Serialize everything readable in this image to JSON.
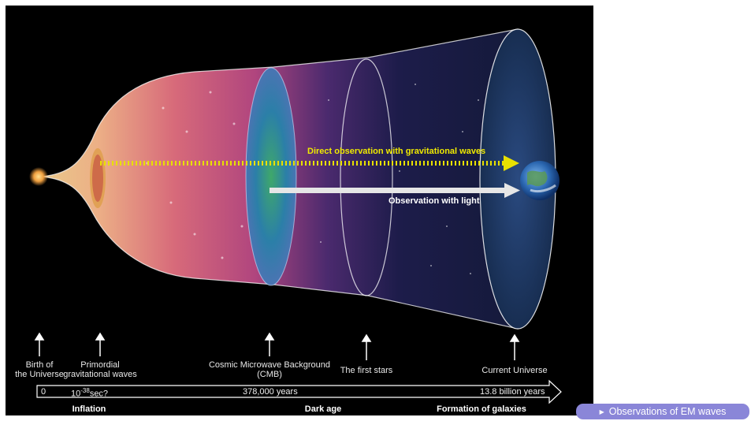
{
  "diagram": {
    "observations": {
      "gravitational": "Direct observation with gravitational waves",
      "light": "Observation with light"
    },
    "milestones": [
      {
        "id": "birth",
        "label_line1": "Birth of",
        "label_line2": "the Universe"
      },
      {
        "id": "primordial",
        "label_line1": "Primordial",
        "label_line2": "gravitational waves"
      },
      {
        "id": "cmb",
        "label_line1": "Cosmic Microwave Background",
        "label_line2": "(CMB)"
      },
      {
        "id": "stars",
        "label_line1": "The first stars",
        "label_line2": ""
      },
      {
        "id": "current",
        "label_line1": "Current Universe",
        "label_line2": ""
      }
    ],
    "timeline": {
      "start": "0",
      "inflation_time_base": "10",
      "inflation_time_exp": "-38",
      "inflation_time_suffix": "sec?",
      "cmb_time": "378,000 years",
      "now_time": "13.8 billion years"
    },
    "eras": [
      "Inflation",
      "Dark age",
      "Formation of galaxies"
    ]
  },
  "nav": {
    "em_button_label": "Observations of EM waves",
    "em_button_icon": "play-triangle-icon"
  },
  "colors": {
    "panel_bg": "#000000",
    "gw_arrow": "#e8e000",
    "light_arrow": "#e6e6e6",
    "button_bg": "#8a86d8"
  }
}
